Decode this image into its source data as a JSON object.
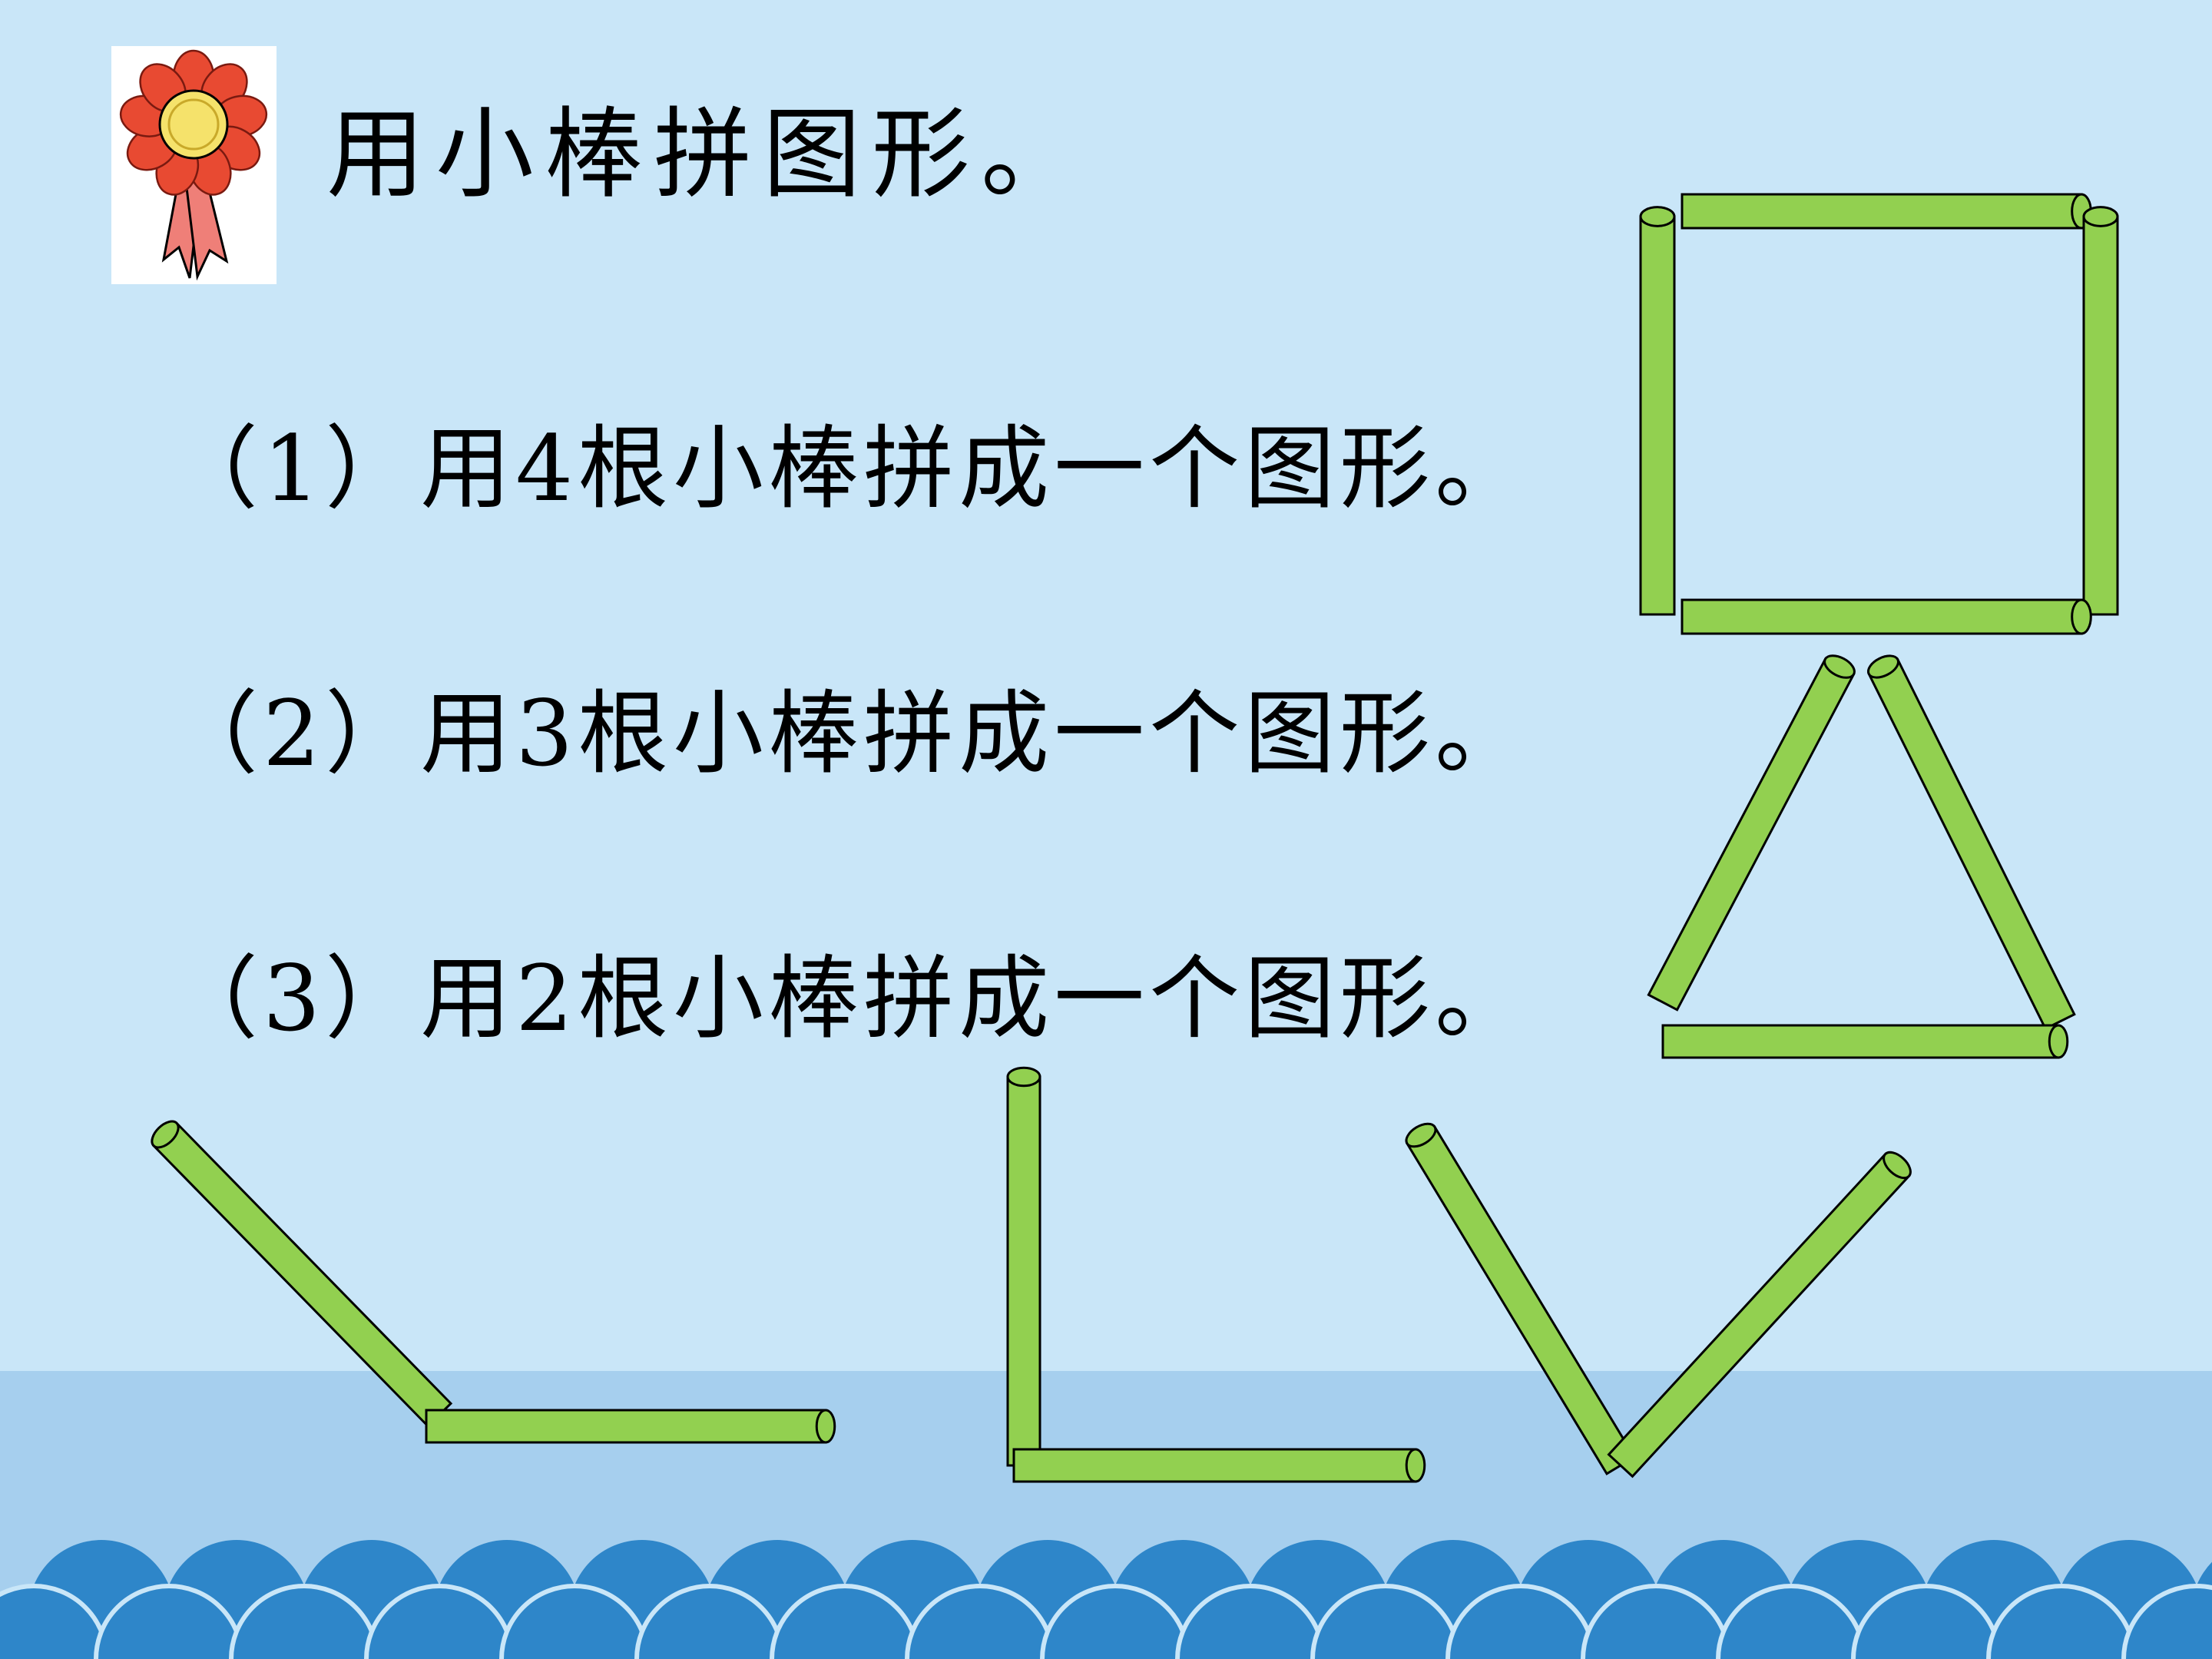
{
  "title": "用小棒拼图形。",
  "items": [
    {
      "label": "（1）用4根小棒拼成一个图形。"
    },
    {
      "label": "（2）用3根小棒拼成一个图形。"
    },
    {
      "label": "（3）用2根小棒拼成一个图形。"
    }
  ],
  "colors": {
    "background": "#c9e6f8",
    "water": "#a6cfee",
    "waves": "#2e86c9",
    "stick_fill": "#92d050",
    "stick_outline": "#000000",
    "flower_petals": "#e84a32",
    "flower_center": "#f5e26b",
    "ribbon": "#ef7f78"
  },
  "icons": {
    "badge": "rosette-award-icon"
  }
}
